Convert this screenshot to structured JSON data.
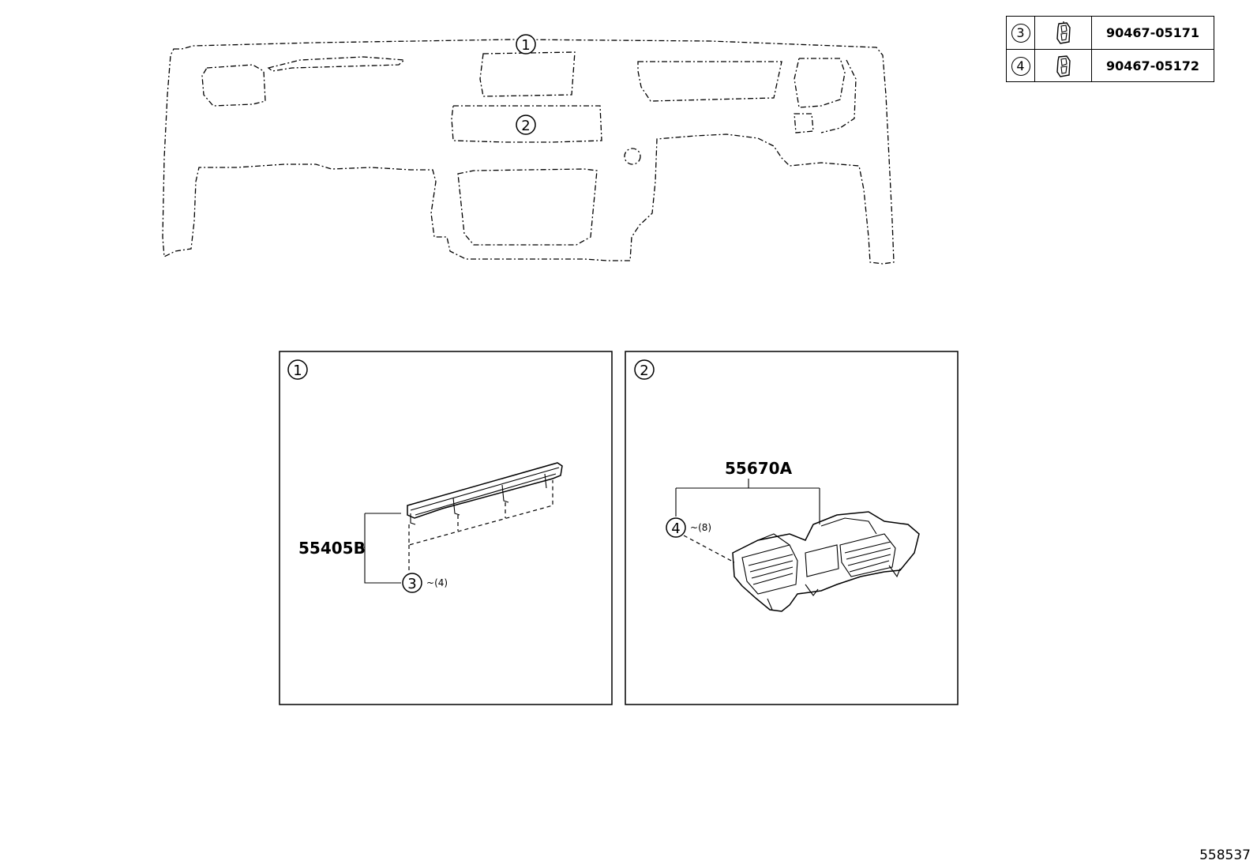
{
  "overview": {
    "callout_1": "1",
    "callout_2": "2"
  },
  "legend": {
    "rows": [
      {
        "ref": "3",
        "icon": "clip-icon",
        "part_no": "90467-05171"
      },
      {
        "ref": "4",
        "icon": "clip-icon",
        "part_no": "90467-05172"
      }
    ]
  },
  "panel_1": {
    "index": "1",
    "part_label": "55405B",
    "clip_ref": "3",
    "clip_qty": "(4)"
  },
  "panel_2": {
    "index": "2",
    "part_label": "55670A",
    "clip_ref": "4",
    "clip_qty": "(8)"
  },
  "diagram_code": "558537"
}
